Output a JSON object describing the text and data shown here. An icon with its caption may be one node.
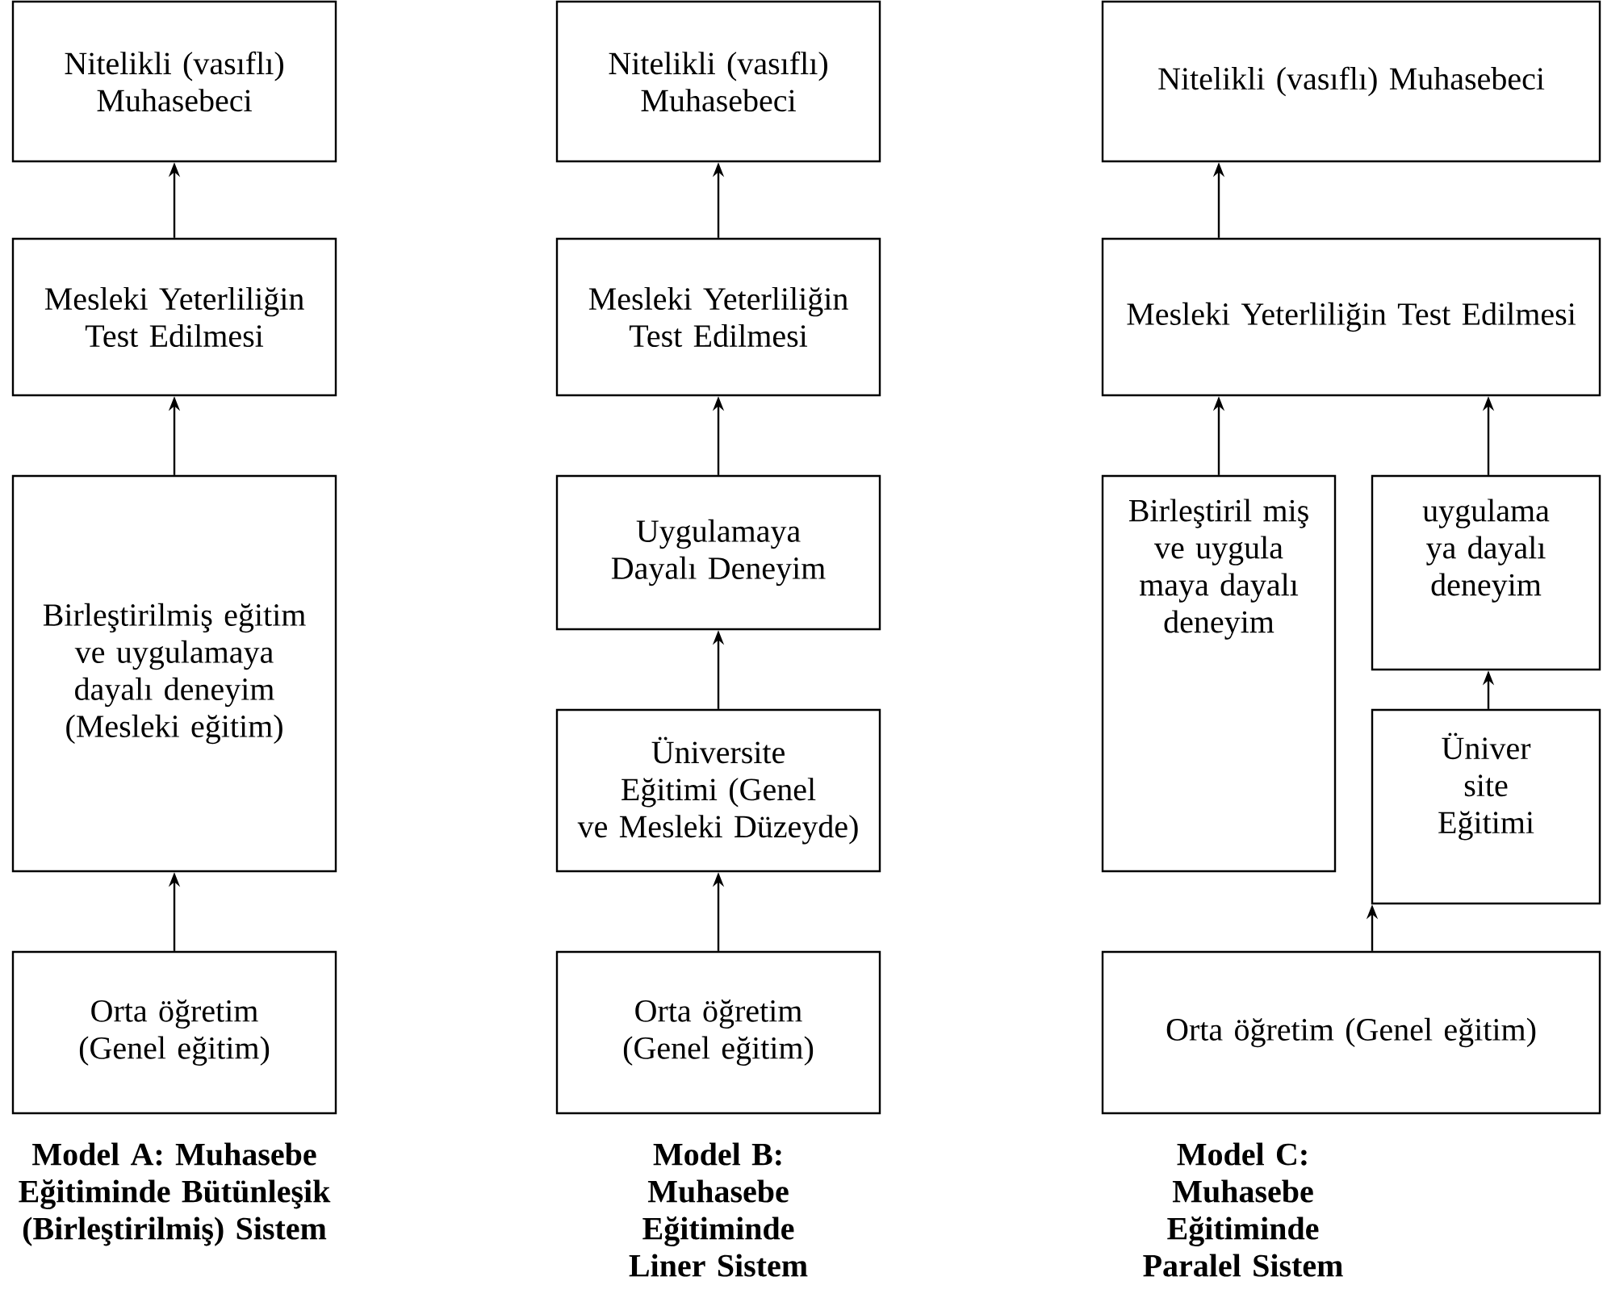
{
  "diagram": {
    "nodes": [
      {
        "text": [
          "Nitelikli (vasıflı) Muhasebeci"
        ]
      },
      {
        "text": [
          "Mesleki Yeterliliğin Test Edilmesi"
        ]
      },
      {
        "text": [
          "Birleştirilmiş eğitim ve uygulamaya dayalı deneyim (Mesleki eğitim)"
        ]
      },
      {
        "text": [
          "Orta öğretim (Genel eğitim)"
        ]
      },
      {
        "text": [
          "Nitelikli (vasıflı) Muhasebeci"
        ]
      },
      {
        "text": [
          "Mesleki Yeterliliğin Test Edilmesi"
        ]
      },
      {
        "text": [
          "Uygulamaya Dayalı Deneyim"
        ]
      },
      {
        "text": [
          "Üniversite Eğitimi (Genel ve Mesleki Düzeyde)"
        ]
      },
      {
        "text": [
          "Orta öğretim (Genel eğitim)"
        ]
      },
      {
        "text": [
          "Nitelikli (vasıflı) Muhasebeci"
        ]
      },
      {
        "text": [
          "Mesleki Yeterliliğin Test Edilmesi"
        ]
      },
      {
        "text": [
          "Birleştiril miş ve uygula maya dayalı deneyim"
        ]
      },
      {
        "text": [
          "uygulama ya dayalı deneyim"
        ]
      },
      {
        "text": [
          "Üniver site Eğitimi"
        ]
      },
      {
        "text": [
          "Orta öğretim (Genel eğitim)"
        ]
      }
    ],
    "edges": [
      {
        "from": 1,
        "to": 0,
        "arrow": "to"
      },
      {
        "from": 2,
        "to": 1,
        "arrow": "to"
      },
      {
        "from": 3,
        "to": 2,
        "arrow": "to"
      },
      {
        "from": 5,
        "to": 4,
        "arrow": "to"
      },
      {
        "from": 6,
        "to": 5,
        "arrow": "to"
      },
      {
        "from": 7,
        "to": 6,
        "arrow": "to"
      },
      {
        "from": 8,
        "to": 7,
        "arrow": "to"
      },
      {
        "from": 10,
        "to": 9,
        "arrow": "to"
      },
      {
        "from": 11,
        "to": 10,
        "arrow": "to"
      },
      {
        "from": 12,
        "to": 10,
        "arrow": "to"
      },
      {
        "from": 13,
        "to": 12,
        "arrow": "to"
      },
      {
        "from": 14,
        "to": 13,
        "arrow": "to"
      }
    ],
    "labels": [
      "Model A: Muhasebe Eğitiminde Bütünleşik (Birleştirilmiş)  Sistem",
      "Model B: Muhasebe Eğitiminde Liner Sistem",
      "Model C: Muhasebe Eğitiminde Paralel Sistem"
    ]
  }
}
